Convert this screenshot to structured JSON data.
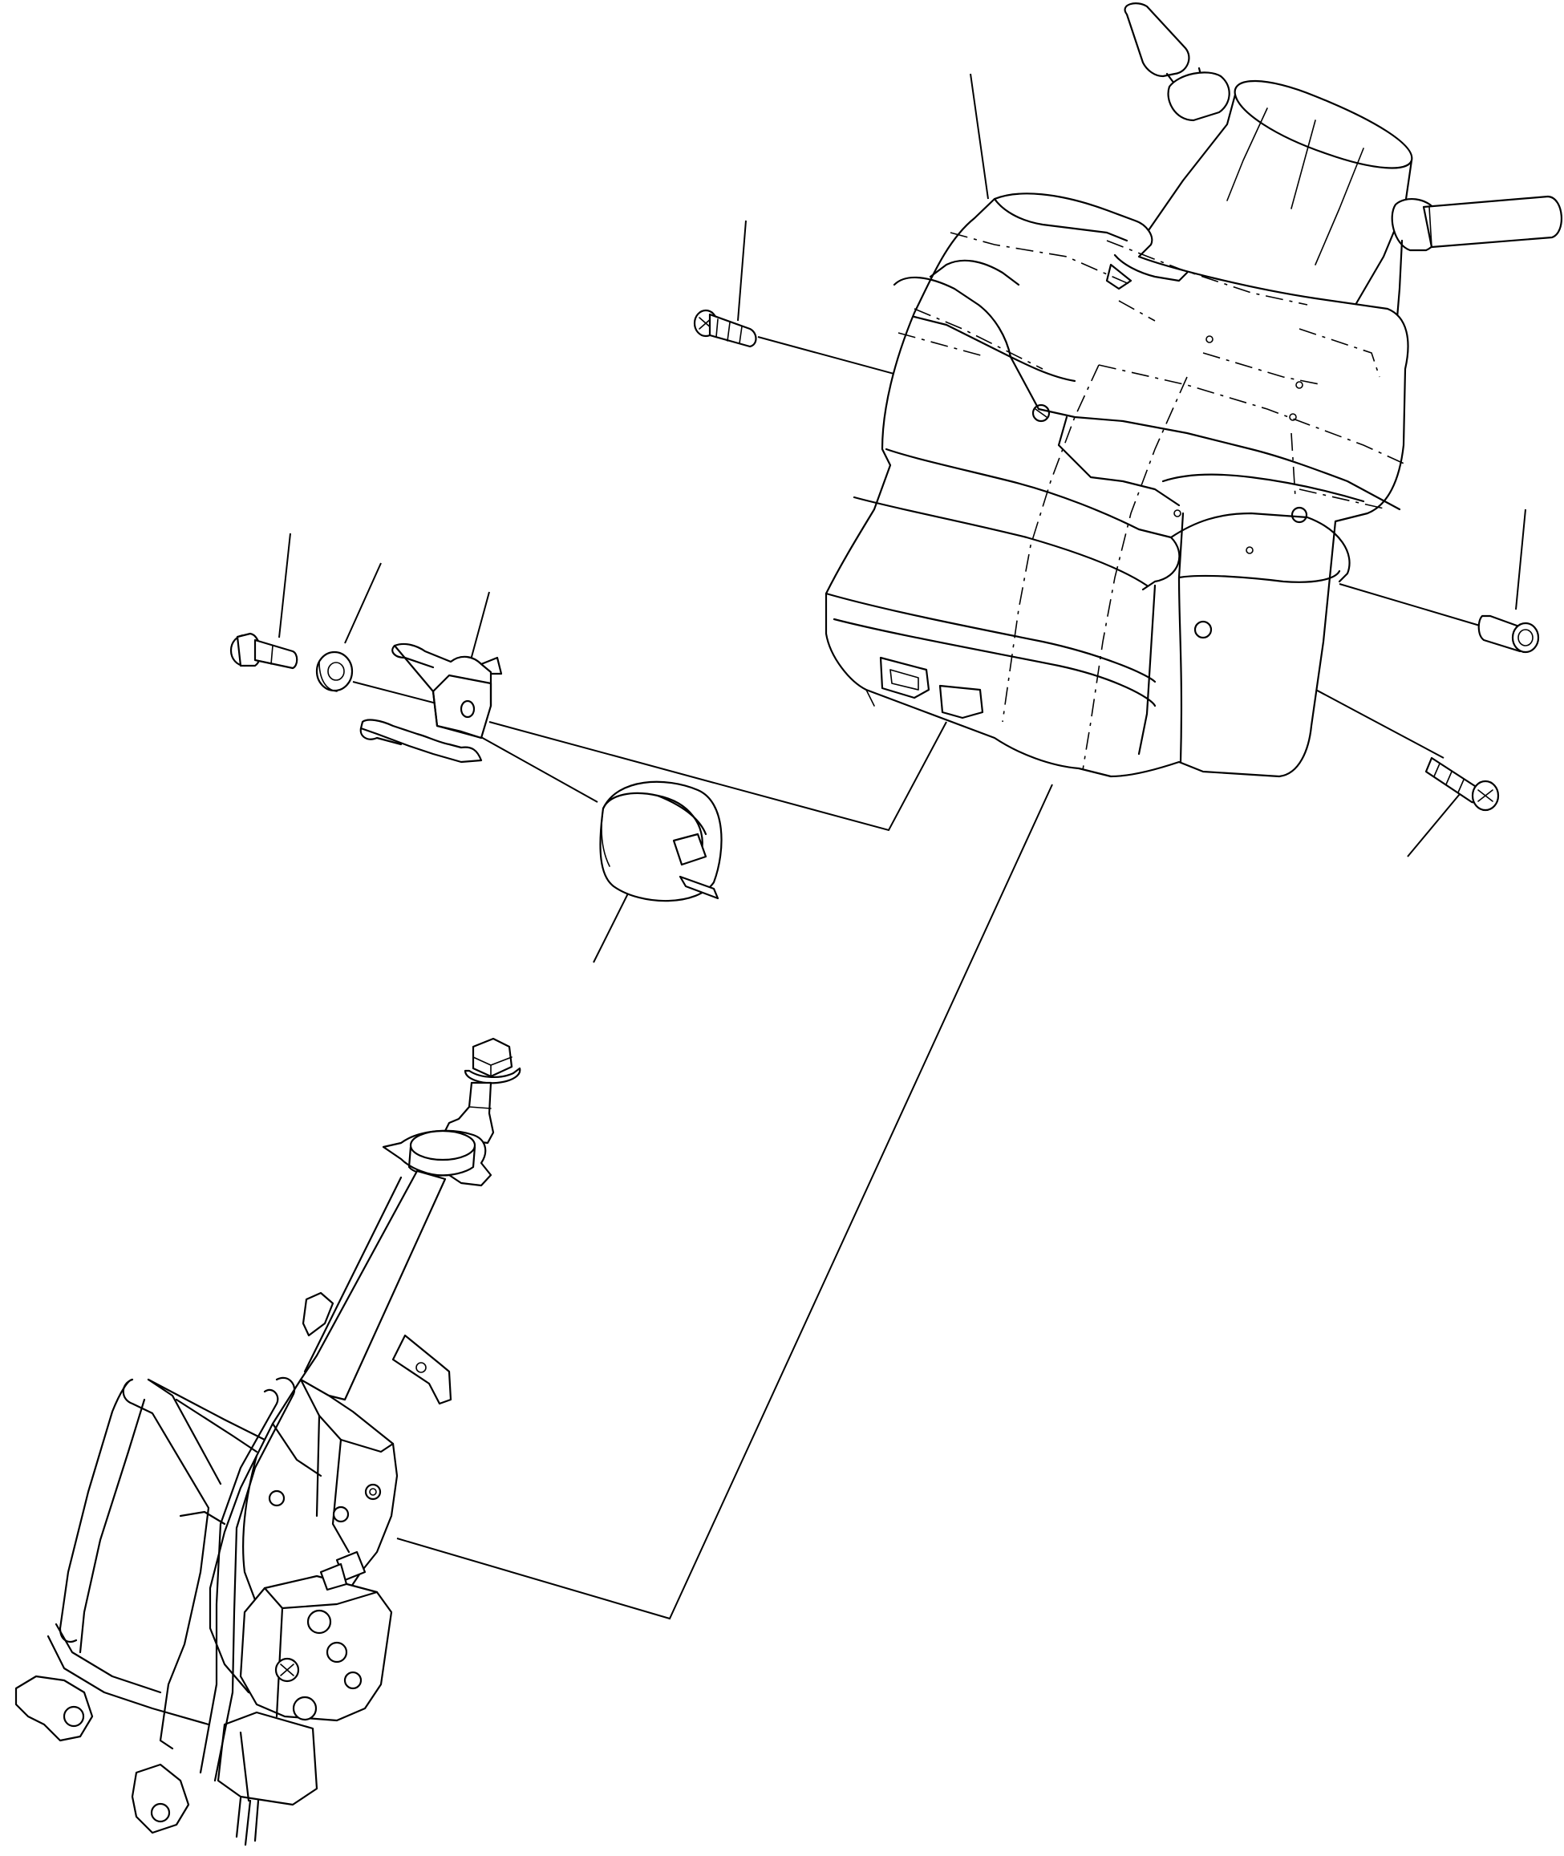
{
  "diagram": {
    "type": "exploded-parts-view",
    "colors": {
      "line": "#000000",
      "background": "#ffffff"
    },
    "parts": [
      {
        "id": "column-cover",
        "icon": "column-cover-housing-icon"
      },
      {
        "id": "screw-upper-left",
        "icon": "screw-icon"
      },
      {
        "id": "bolt-right",
        "icon": "bolt-icon"
      },
      {
        "id": "screw-lower-right",
        "icon": "screw-icon"
      },
      {
        "id": "bolt-small",
        "icon": "bolt-icon"
      },
      {
        "id": "washer",
        "icon": "washer-icon"
      },
      {
        "id": "bracket-clip",
        "icon": "bracket-clip-icon"
      },
      {
        "id": "buzzer",
        "icon": "buzzer-icon"
      },
      {
        "id": "steering-column",
        "icon": "steering-column-icon"
      }
    ]
  }
}
